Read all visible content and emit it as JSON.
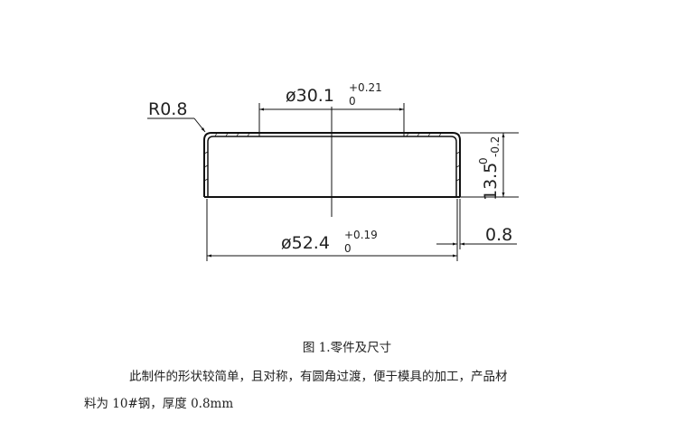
{
  "drawing": {
    "radius_label": "R0.8",
    "inner_diameter": {
      "symbol": "ø",
      "value": "30.1",
      "upper_tol": "+0.21",
      "lower_tol": "0"
    },
    "outer_diameter": {
      "symbol": "ø",
      "value": "52.4",
      "upper_tol": "+0.19",
      "lower_tol": "0"
    },
    "height": {
      "value": "13.5",
      "upper_tol": "0",
      "lower_tol": "-0.2"
    },
    "thickness": "0.8"
  },
  "caption": "图 1.零件及尺寸",
  "paragraph": {
    "line1": "此制件的形状较简单，且对称，有圆角过渡，便于模具的加工，产品材",
    "line2": "料为 10#钢，厚度 0.8mm"
  }
}
